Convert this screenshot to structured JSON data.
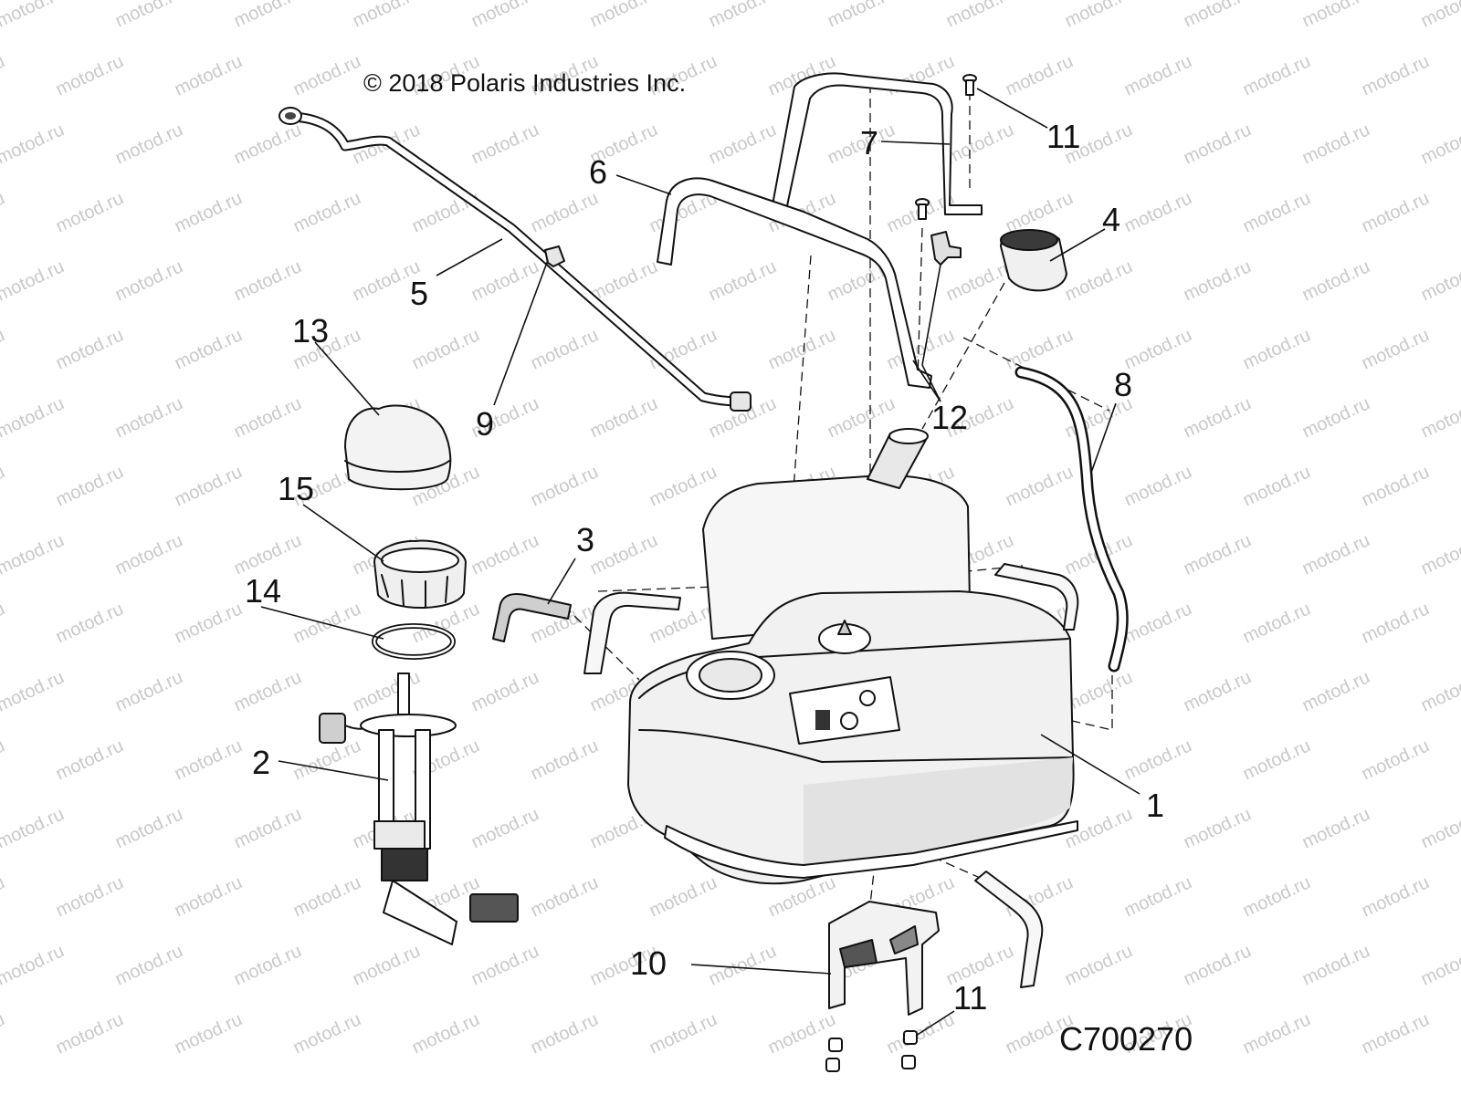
{
  "copyright": "© 2018 Polaris Industries Inc.",
  "diagram_code": "C700270",
  "watermark": "motod.ru",
  "callouts": {
    "c1": "1",
    "c2": "2",
    "c3": "3",
    "c4": "4",
    "c5": "5",
    "c6": "6",
    "c7": "7",
    "c8": "8",
    "c9": "9",
    "c10": "10",
    "c11a": "11",
    "c11b": "11",
    "c12": "12",
    "c13": "13",
    "c14": "14",
    "c15": "15"
  }
}
